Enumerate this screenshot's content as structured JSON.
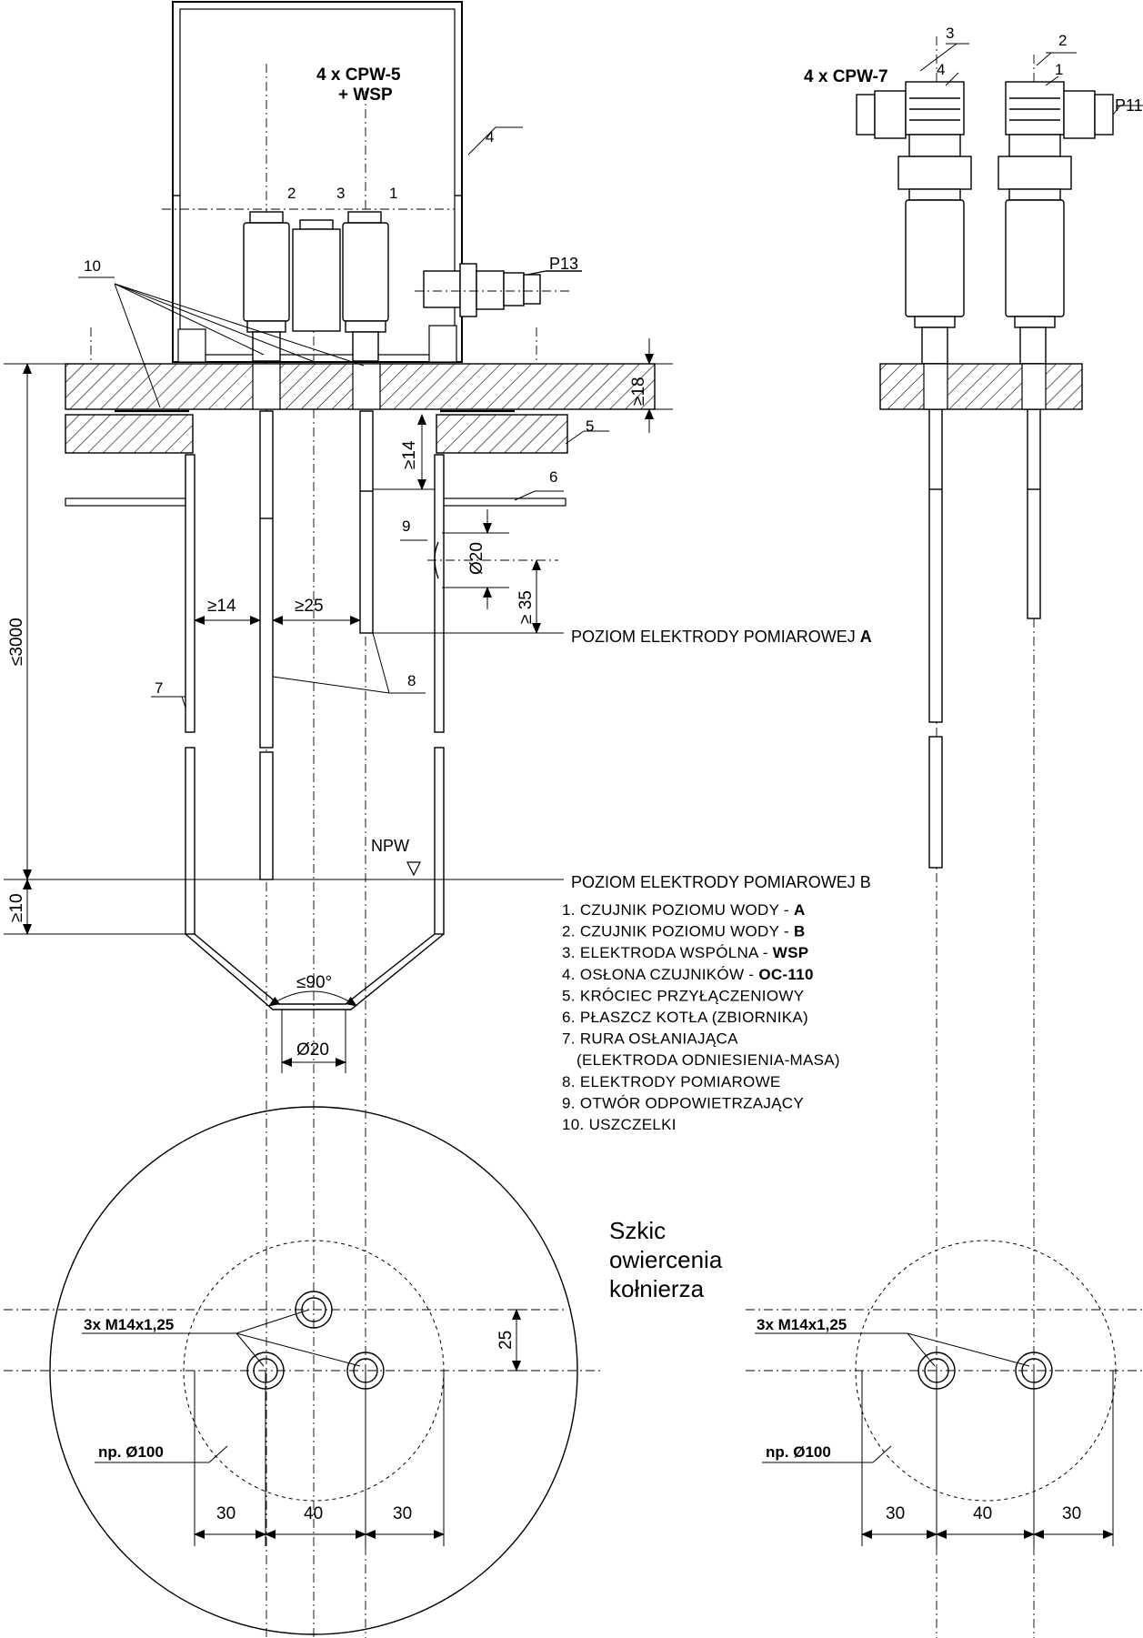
{
  "titles": {
    "left_header_1": "4 x CPW-5",
    "left_header_2": "+ WSP",
    "right_header": "4 x CPW-7"
  },
  "labels": {
    "p13": "P13",
    "p11": "P11",
    "npw": "NPW",
    "level_a_text": "POZIOM ELEKTRODY POMIAROWEJ ",
    "level_a_letter": "A",
    "level_b_text": "POZIOM ELEKTRODY POMIAROWEJ ",
    "level_b_letter": "B",
    "sketch_line1": "Szkic",
    "sketch_line2": "owiercenia",
    "sketch_line3": "kołnierza",
    "thread_left": "3x M14x1,25",
    "thread_right": "3x M14x1,25",
    "diam_left": "np. Ø100",
    "diam_right": "np. Ø100"
  },
  "callouts": {
    "c1": "1",
    "c2": "2",
    "c3": "3",
    "c4": "4",
    "c5": "5",
    "c6": "6",
    "c7": "7",
    "c8": "8",
    "c9": "9",
    "c10": "10",
    "r3": "3",
    "r4": "4",
    "r2": "2",
    "r1": "1"
  },
  "dimensions": {
    "ge18": "≥18",
    "ge14_v": "≥14",
    "d20_vent": "Ø20",
    "ge35": "≥ 35",
    "ge14_h": "≥14",
    "ge25": "≥25",
    "le3000": "≤3000",
    "ge10": "≥10",
    "le90": "≤90°",
    "d20_bottom": "Ø20",
    "dim25": "25",
    "l30a": "30",
    "l40": "40",
    "l30b": "30",
    "r30a": "30",
    "r40": "40",
    "r30b": "30"
  },
  "legend": [
    {
      "num": "1. ",
      "text": "CZUJNIK POZIOMU WODY - ",
      "bold": "A"
    },
    {
      "num": "2. ",
      "text": "CZUJNIK POZIOMU WODY - ",
      "bold": "B"
    },
    {
      "num": "3. ",
      "text": "ELEKTRODA WSPÓLNA - ",
      "bold": "WSP"
    },
    {
      "num": "4. ",
      "text": "OSŁONA CZUJNIKÓW - ",
      "bold": "OC-110"
    },
    {
      "num": "5. ",
      "text": "KRÓCIEC PRZYŁĄCZENIOWY",
      "bold": ""
    },
    {
      "num": "6. ",
      "text": "PŁASZCZ KOTŁA (ZBIORNIKA)",
      "bold": ""
    },
    {
      "num": "7. ",
      "text": "RURA OSŁANIAJĄCA",
      "bold": ""
    },
    {
      "num": "",
      "text": "(ELEKTRODA ODNIESIENIA-MASA)",
      "bold": ""
    },
    {
      "num": "8. ",
      "text": "ELEKTRODY POMIAROWE",
      "bold": ""
    },
    {
      "num": "9. ",
      "text": "OTWÓR ODPOWIETRZAJĄCY",
      "bold": ""
    },
    {
      "num": "10. ",
      "text": "USZCZELKI",
      "bold": ""
    }
  ]
}
